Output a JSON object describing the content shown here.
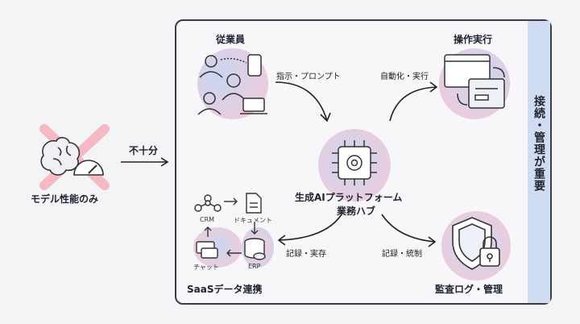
{
  "left": {
    "model_label": "モデル性能のみ",
    "arrow_label": "不十分"
  },
  "nodes": {
    "employees": "従業員",
    "operations": "操作実行",
    "hub_line1": "生成AIプラットフォーム",
    "hub_line2": "業務ハブ",
    "saas": "SaaSデータ連携",
    "audit": "監査ログ・管理"
  },
  "edges": {
    "instruct": "指示・プロンプト",
    "automate": "自動化・実行",
    "record_exec": "記録・実存",
    "record_govern": "記録・統制"
  },
  "saas_items": {
    "crm": "CRM",
    "document": "ドキュメント",
    "chat": "チャット",
    "erp": "ERP"
  },
  "side_text": "接続・管理が重要",
  "colors": {
    "frame": "#3a3d48",
    "band": "#cfdcf1",
    "cross": "#f2b8c0",
    "blob_pink": "#f7c9d6",
    "blob_blue": "#c9d6f2"
  }
}
